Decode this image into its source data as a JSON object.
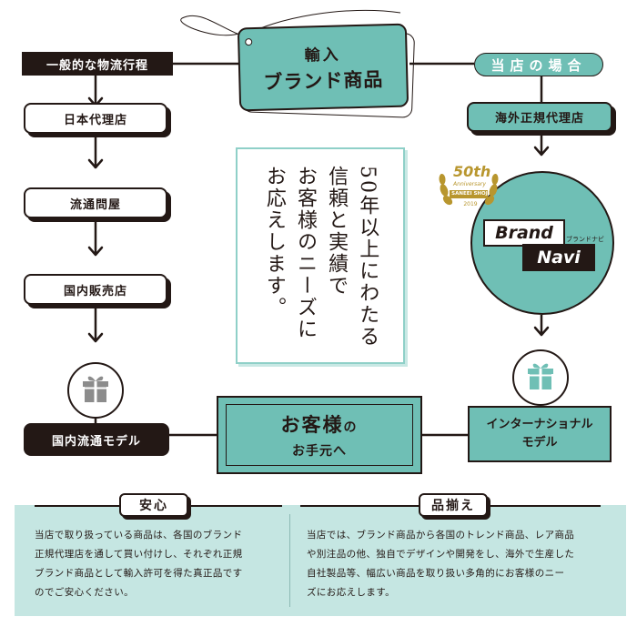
{
  "left_flow": {
    "header": "一般的な物流行程",
    "steps": [
      "日本代理店",
      "流通問屋",
      "国内販売店"
    ],
    "result": "国内流通モデル"
  },
  "center": {
    "tag_line1": "輸入",
    "tag_line2": "ブランド商品",
    "message_lines": [
      "50年以上にわたる",
      "信頼と実績で",
      "お客様のニーズに",
      "お応えします。"
    ],
    "customer_main": "お客様",
    "customer_particle": "の",
    "customer_sub": "お手元へ"
  },
  "right_flow": {
    "header": "当店の場合",
    "step": "海外正規代理店",
    "logo_brand": "Brand",
    "logo_navi": "Navi",
    "logo_kana": "ブランドナビ",
    "badge_number": "50th",
    "badge_word": "Anniversary",
    "badge_company": "SANEEI SHOJI",
    "badge_year": "2019",
    "result_line1": "インターナショナル",
    "result_line2": "モデル"
  },
  "bottom": {
    "left": {
      "title": "安心",
      "lines": [
        "当店で取り扱っている商品は、各国のブランド",
        "正規代理店を通して買い付けし、それぞれ正規",
        "ブランド商品として輸入許可を得た真正品です",
        "のでご安心ください。"
      ]
    },
    "right": {
      "title": "品揃え",
      "lines": [
        "当店では、ブランド商品から各国のトレンド商品、レア商品",
        "や別注品の他、独自でデザインや開発をし、海外で生産した",
        "自社製品等、幅広い商品を取り扱い多角的にお客様のニー",
        "ズにお応えします。"
      ]
    }
  },
  "colors": {
    "teal": "#6fbfb5",
    "light_teal": "#c5e6e2",
    "dark": "#231815",
    "gold": "#b8962e"
  }
}
